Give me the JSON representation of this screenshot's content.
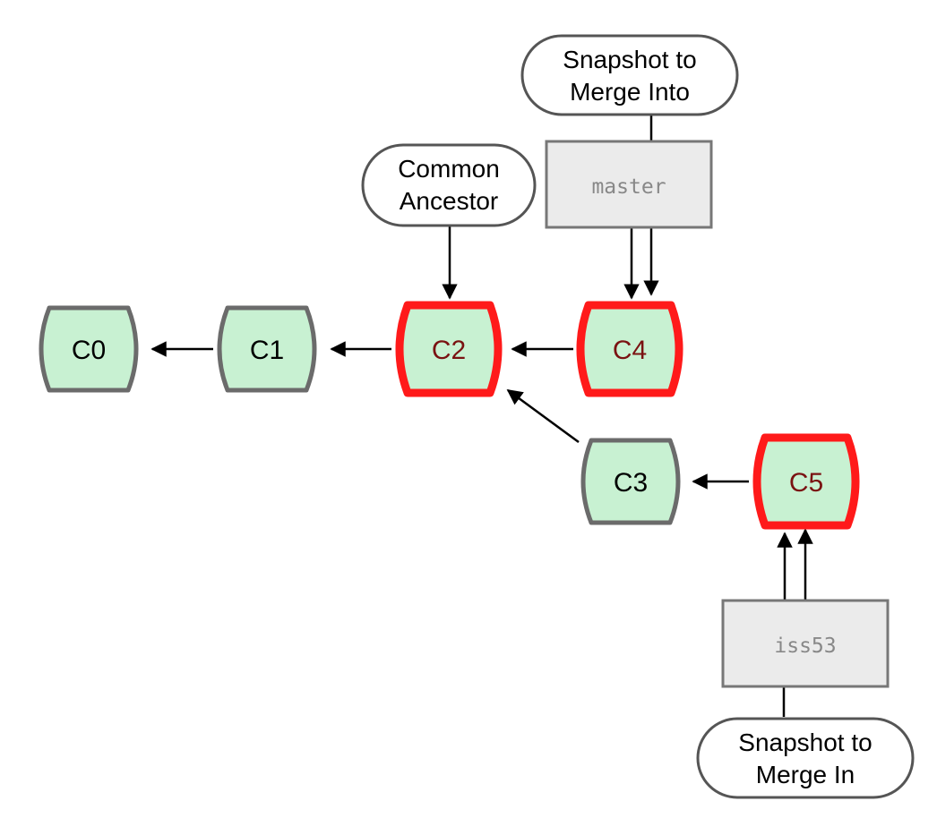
{
  "commits": [
    {
      "id": "c0",
      "label": "C0",
      "highlighted": false
    },
    {
      "id": "c1",
      "label": "C1",
      "highlighted": false
    },
    {
      "id": "c2",
      "label": "C2",
      "highlighted": true
    },
    {
      "id": "c4",
      "label": "C4",
      "highlighted": true
    },
    {
      "id": "c3",
      "label": "C3",
      "highlighted": false
    },
    {
      "id": "c5",
      "label": "C5",
      "highlighted": true
    }
  ],
  "branches": [
    {
      "id": "master",
      "label": "master"
    },
    {
      "id": "iss53",
      "label": "iss53"
    }
  ],
  "callouts": [
    {
      "id": "merge-into",
      "lines": [
        "Snapshot to",
        "Merge Into"
      ]
    },
    {
      "id": "common-ancestor",
      "lines": [
        "Common",
        "Ancestor"
      ]
    },
    {
      "id": "merge-in",
      "lines": [
        "Snapshot to",
        "Merge In"
      ]
    }
  ],
  "colors": {
    "commit_fill": "#c8f1d2",
    "commit_border": "#6b6b6b",
    "highlight_border": "#ff1a1a",
    "highlight_text": "#7a1212",
    "branch_fill": "#ebebeb",
    "branch_border": "#777777",
    "branch_text": "#888888",
    "arrow": "#000000"
  }
}
